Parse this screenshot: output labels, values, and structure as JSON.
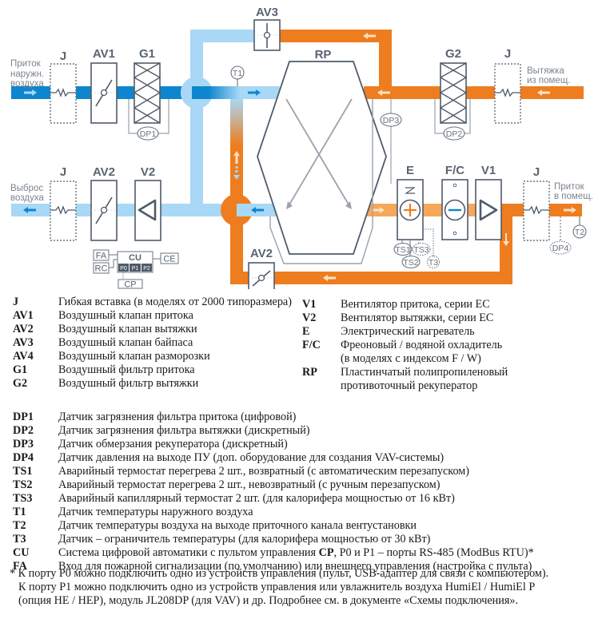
{
  "diagram": {
    "colors": {
      "fresh_dark": "#0e86cf",
      "fresh_light": "#a8d8f5",
      "warm": "#ee7d1f",
      "warm_light": "#f7a75a",
      "outline": "#4f5b6a",
      "thin_line": "#9aa2ab"
    },
    "components": {
      "J": "J",
      "AV1": "AV1",
      "AV2": "AV2",
      "AV3": "AV3",
      "G1": "G1",
      "G2": "G2",
      "V1": "V1",
      "V2": "V2",
      "E": "E",
      "FC": "F/C",
      "RP": "RP"
    },
    "side_labels": {
      "intake_line1": "Приток",
      "intake_line2": "наружн.",
      "intake_line3": "воздуха",
      "extract_line1": "Вытяжка",
      "extract_line2": "из помещ.",
      "exhaust_line1": "Выброс",
      "exhaust_line2": "воздуха",
      "supply_line1": "Приток",
      "supply_line2": "в помещ."
    },
    "sensors": {
      "T1": "T1",
      "T2": "T2",
      "T3": "T3",
      "DP1": "DP1",
      "DP2": "DP2",
      "DP3": "DP3",
      "DP4": "DP4",
      "TS1": "TS1",
      "TS2": "TS2",
      "TS3": "TS3"
    },
    "control": {
      "FA": "FA",
      "RC": "RC",
      "CU": "CU",
      "CE": "CE",
      "CP": "CP",
      "ports": [
        "P0",
        "P1",
        "P2"
      ]
    }
  },
  "legend_left": [
    {
      "key": "J",
      "text": "Гибкая вставка (в моделях от 2000 типоразмера)"
    },
    {
      "key": "AV1",
      "text": "Воздушный клапан притока"
    },
    {
      "key": "AV2",
      "text": "Воздушный клапан вытяжки"
    },
    {
      "key": "AV3",
      "text": "Воздушный клапан байпаса"
    },
    {
      "key": "AV4",
      "text": "Воздушный клапан разморозки"
    },
    {
      "key": "G1",
      "text": "Воздушный фильтр притока"
    },
    {
      "key": "G2",
      "text": "Воздушный фильтр вытяжки"
    }
  ],
  "legend_right": [
    {
      "key": "V1",
      "text": "Вентилятор притока, серии ЕС"
    },
    {
      "key": "V2",
      "text": "Вентилятор вытяжки, серии ЕС"
    },
    {
      "key": "E",
      "text": "Электрический нагреватель"
    },
    {
      "key": "F/C",
      "text": "Фреоновый / водяной охладитель"
    },
    {
      "key": "",
      "text": "(в моделях с индексом F / W)"
    },
    {
      "key": "RP",
      "text": "Пластинчатый полипропиленовый"
    },
    {
      "key": "",
      "text": "противоточный рекуператор"
    }
  ],
  "legend_sensors": [
    {
      "key": "DP1",
      "text": "Датчик загрязнения фильтра притока (цифровой)"
    },
    {
      "key": "DP2",
      "text": "Датчик загрязнения фильтра вытяжки (дискретный)"
    },
    {
      "key": "DP3",
      "text": "Датчик обмерзания рекуператора (дискретный)"
    },
    {
      "key": "DP4",
      "text": "Датчик давления на выходе ПУ (доп. оборудование для создания VAV-системы)"
    },
    {
      "key": "TS1",
      "text": "Аварийный термостат перегрева 2 шт., возвратный (с автоматическим перезапуском)"
    },
    {
      "key": "TS2",
      "text": "Аварийный термостат перегрева 2 шт., невозвратный (с ручным перезапуском)"
    },
    {
      "key": "TS3",
      "text": "Аварийный капиллярный термостат 2 шт. (для калорифера мощностью от 16 кВт)"
    },
    {
      "key": "T1",
      "text": "Датчик температуры наружного воздуха"
    },
    {
      "key": "T2",
      "text": "Датчик температуры воздуха на выходе приточного канала вентустановки"
    },
    {
      "key": "T3",
      "text": "Датчик – ограничитель температуры (для калорифера мощностью от 30 кВт)"
    },
    {
      "key": "CU",
      "text_before": "Система цифровой автоматики с пультом управления ",
      "text_bold": "CP",
      "text_after": ", P0 и P1 – порты RS-485 (ModBus RTU)*"
    },
    {
      "key": "FA",
      "text": "Вход для пожарной сигнализации (по умолчанию) или внешнего управления (настройка с пульта)"
    }
  ],
  "footnote": [
    "* К порту P0 можно подключить одно из устройств управления (пульт, USB-адаптер для связи с компьютером).",
    "К порту P1 можно подключить одно из устройств управления или увлажнитель воздуха HumiEl /  HumiEl P",
    "(опция HE / HEP), модуль JL208DP (для VAV) и др. Подробнее см. в документе «Схемы подключения»."
  ]
}
